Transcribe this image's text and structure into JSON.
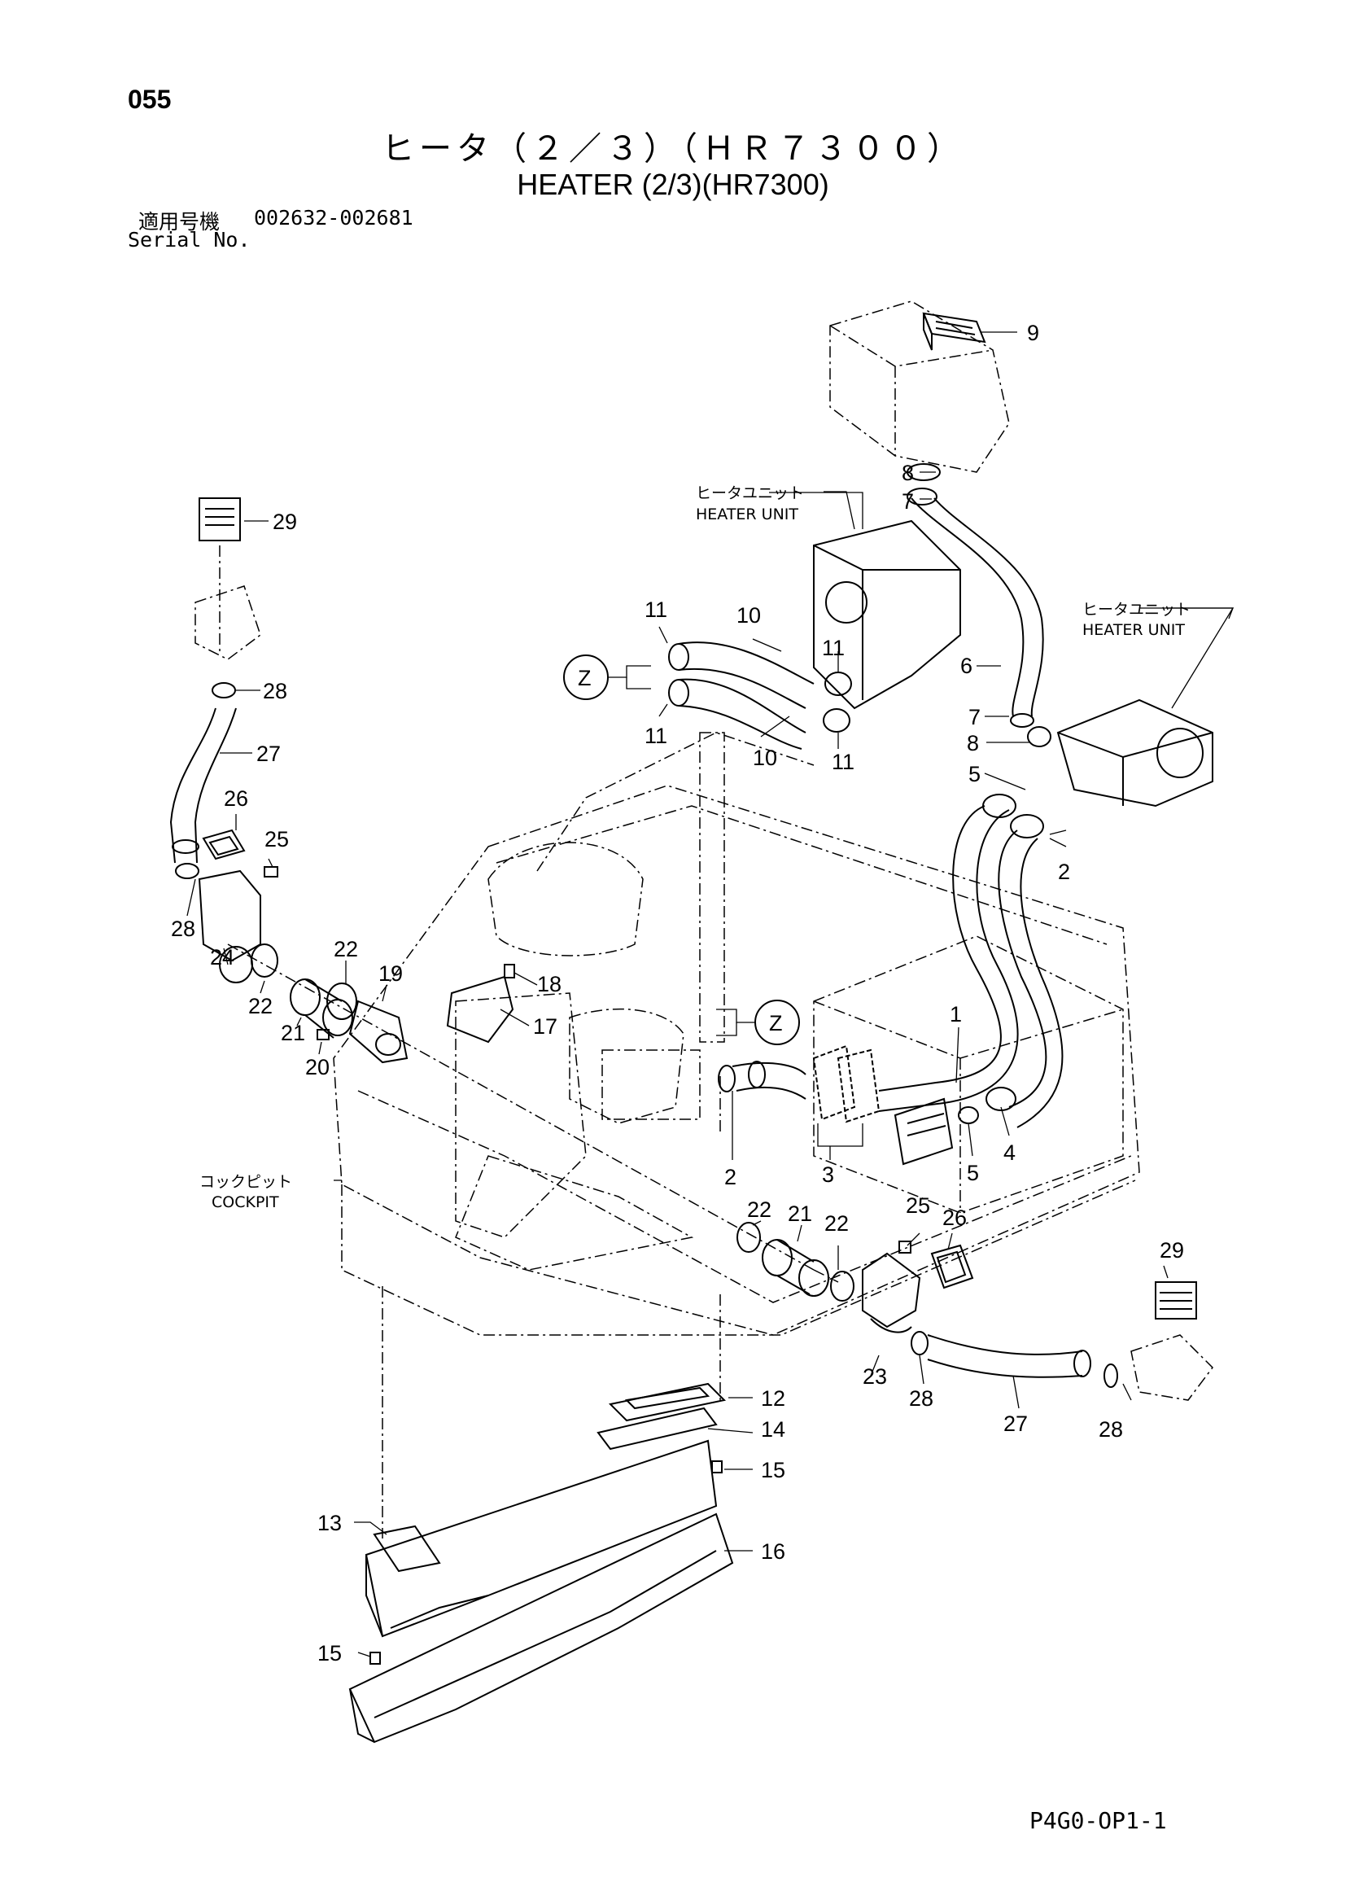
{
  "header": {
    "page_number": "055",
    "title_jp": "ヒータ（２／３）（ＨＲ７３００）",
    "title_en": "HEATER (2/3)(HR7300)",
    "serial_label_jp": "適用号機",
    "serial_range": "002632-002681",
    "serial_label_en": "Serial No."
  },
  "labels": {
    "heater_unit_jp": "ヒータユニット",
    "heater_unit_en": "HEATER UNIT",
    "cockpit_jp": "コックピット",
    "cockpit_en": "COCKPIT",
    "view_z": "Z"
  },
  "callouts": [
    "1",
    "2",
    "3",
    "4",
    "5",
    "6",
    "7",
    "8",
    "9",
    "10",
    "11",
    "12",
    "13",
    "14",
    "15",
    "16",
    "17",
    "18",
    "19",
    "20",
    "21",
    "22",
    "23",
    "24",
    "25",
    "26",
    "27",
    "28",
    "29"
  ],
  "footer": {
    "drawing_code": "P4G0-OP1-1"
  }
}
